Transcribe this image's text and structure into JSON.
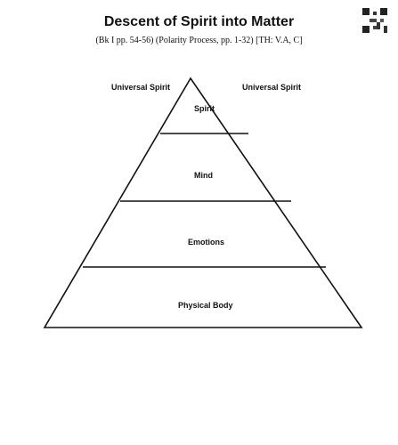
{
  "header": {
    "title": "Descent of Spirit into Matter",
    "subtitle": "(Bk I pp. 54-56) (Polarity Process, pp. 1-32) [TH: V.A, C]"
  },
  "side_labels": {
    "left": "Universal Spirit",
    "right": "Universal Spirit"
  },
  "pyramid_levels": [
    {
      "label": "Spirit"
    },
    {
      "label": "Mind"
    },
    {
      "label": "Emotions"
    },
    {
      "label": "Physical Body"
    }
  ],
  "colors": {
    "line": "#111111",
    "background": "#ffffff"
  },
  "icons": {
    "corner_code": "qr-code-icon"
  }
}
